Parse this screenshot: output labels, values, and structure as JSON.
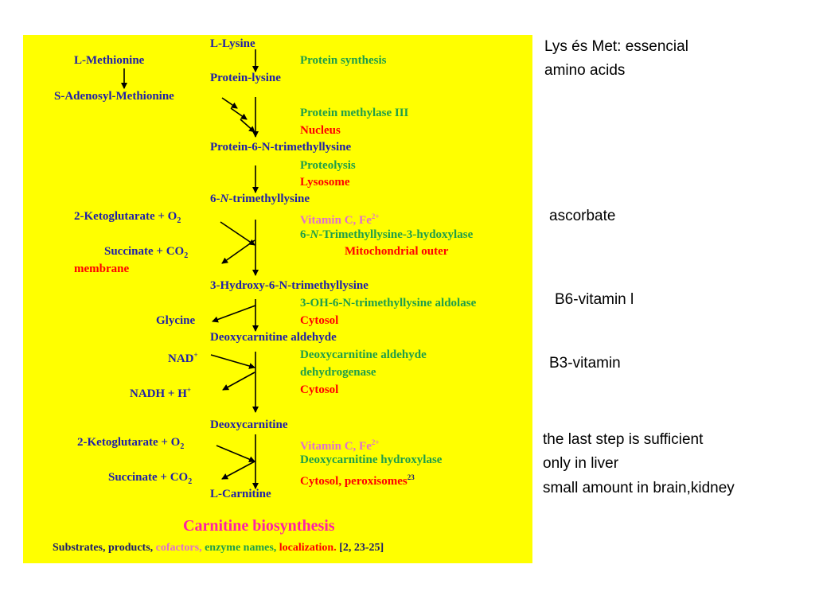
{
  "diagram": {
    "title": "Carnitine biosynthesis",
    "legend": {
      "substrates": "Substrates, products,",
      "cofactors": "cofactors,",
      "enzymes": "enzyme names,",
      "localization": "localization.",
      "refs": "[2, 23-25]"
    },
    "compounds": {
      "l_lysine": "L-Lysine",
      "l_methionine": "L-Methionine",
      "protein_lysine": "Protein-lysine",
      "s_adenosyl_methionine": "S-Adenosyl-Methionine",
      "protein_trimethyllysine": "Protein-6-N-trimethyllysine",
      "trimethyllysine_pre": "6-",
      "trimethyllysine_n": "N",
      "trimethyllysine_post": "-trimethyllysine",
      "ketoglutarate_o2": "2-Ketoglutarate + O",
      "o2_sub": "2",
      "succinate_co2": "Succinate + CO",
      "co2_sub": "2",
      "hydroxy_trimethyllysine": "3-Hydroxy-6-N-trimethyllysine",
      "glycine": "Glycine",
      "deoxycarnitine_aldehyde": "Deoxycarnitine aldehyde",
      "nad": "NAD",
      "nad_sup": "+",
      "nadh_h": "NADH + H",
      "h_sup": "+",
      "deoxycarnitine": "Deoxycarnitine",
      "ketoglutarate_o2_2": "2-Ketoglutarate + O",
      "o2_sub_2": "2",
      "succinate_co2_2": "Succinate + CO",
      "co2_sub_2": "2",
      "l_carnitine": "L-Carnitine"
    },
    "enzymes": {
      "protein_synthesis": "Protein synthesis",
      "methylase": "Protein methylase III",
      "proteolysis": "Proteolysis",
      "hydroxylase_pre": "6-",
      "hydroxylase_n": "N",
      "hydroxylase_post": "-Trimethyllysine-3-hydoxylase",
      "aldolase": "3-OH-6-N-trimethyllysine aldolase",
      "dehydrogenase_1": "Deoxycarnitine aldehyde",
      "dehydrogenase_2": "dehydrogenase",
      "deoxy_hydroxylase": "Deoxycarnitine hydroxylase"
    },
    "cofactors": {
      "vitc_fe_1": "Vitamin C, Fe",
      "fe_sup_1": "2+",
      "vitc_fe_2": "Vitamin C, Fe",
      "fe_sup_2": "2+"
    },
    "localizations": {
      "nucleus": "Nucleus",
      "lysosome": "Lysosome",
      "mito_outer": "Mitochondrial outer",
      "membrane": "membrane",
      "cytosol_1": "Cytosol",
      "cytosol_2": "Cytosol",
      "cytosol_peroxisomes": "Cytosol, peroxisomes",
      "cytosol_peroxisomes_sup": "23"
    }
  },
  "notes": {
    "lys_met_1": "Lys és Met: essencial",
    "lys_met_2": "amino acids",
    "ascorbate": "ascorbate",
    "b6": "B6-vitamin l",
    "b3": "B3-vitamin",
    "last_step_1": "the last step is sufficient",
    "last_step_2": "only in liver",
    "last_step_3": "small amount in brain,kidney"
  },
  "colors": {
    "panel": "#ffff00",
    "compound": "#1f1fa8",
    "enzyme": "#1e9e4a",
    "localization": "#ff0000",
    "cofactor": "#e06fd0",
    "title": "#ff1fa6"
  }
}
